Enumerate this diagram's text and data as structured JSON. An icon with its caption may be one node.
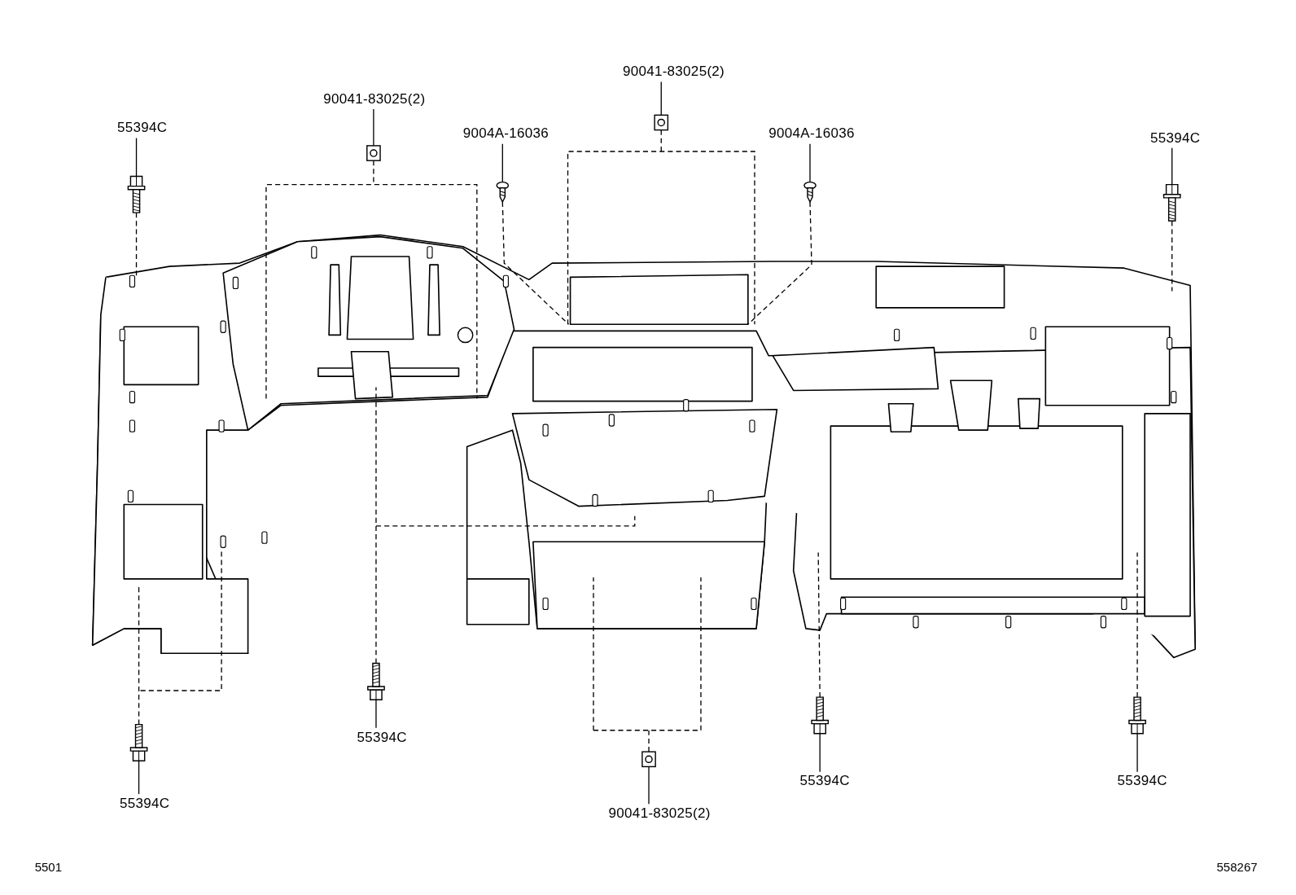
{
  "diagram": {
    "nodes": [
      {
        "text": [
          "90041-83025(2)"
        ]
      },
      {
        "text": [],
        "shape": "picture"
      },
      {
        "text": [
          "90041-83025(2)"
        ]
      },
      {
        "text": [],
        "shape": "picture"
      },
      {
        "text": [
          "55394C"
        ]
      },
      {
        "text": [],
        "shape": "picture"
      },
      {
        "text": [
          "9004A-16036"
        ]
      },
      {
        "text": [],
        "shape": "picture"
      },
      {
        "text": [
          "9004A-16036"
        ]
      },
      {
        "text": [],
        "shape": "picture"
      },
      {
        "text": [
          "55394C"
        ]
      },
      {
        "text": [],
        "shape": "picture"
      },
      {
        "text": [],
        "shape": "picture"
      },
      {
        "text": [],
        "shape": "picture"
      },
      {
        "text": [
          "55394C"
        ]
      },
      {
        "text": [],
        "shape": "picture"
      },
      {
        "text": [
          "55394C"
        ]
      },
      {
        "text": [],
        "shape": "picture"
      },
      {
        "text": [
          "90041-83025(2)"
        ]
      },
      {
        "text": [],
        "shape": "picture"
      },
      {
        "text": [
          "55394C"
        ]
      },
      {
        "text": [],
        "shape": "picture"
      },
      {
        "text": [
          "55394C"
        ]
      }
    ],
    "edges": [
      {
        "from": 0,
        "to": 1,
        "arrow": "none"
      },
      {
        "from": 2,
        "to": 3,
        "arrow": "none"
      },
      {
        "from": 4,
        "to": 5,
        "arrow": "none"
      },
      {
        "from": 6,
        "to": 7,
        "arrow": "none"
      },
      {
        "from": 8,
        "to": 9,
        "arrow": "none"
      },
      {
        "from": 10,
        "to": 11,
        "arrow": "none"
      },
      {
        "from": 14,
        "to": 13,
        "arrow": "none"
      },
      {
        "from": 16,
        "to": 15,
        "arrow": "none"
      },
      {
        "from": 18,
        "to": 17,
        "arrow": "none"
      },
      {
        "from": 20,
        "to": 19,
        "arrow": "none"
      },
      {
        "from": 22,
        "to": 21,
        "arrow": "none"
      },
      {
        "from": 1,
        "to": 12,
        "arrow": "none",
        "style": "dashed"
      },
      {
        "from": 3,
        "to": 12,
        "arrow": "none",
        "style": "dashed"
      },
      {
        "from": 5,
        "to": 12,
        "arrow": "none",
        "style": "dashed"
      },
      {
        "from": 7,
        "to": 12,
        "arrow": "none",
        "style": "dashed"
      },
      {
        "from": 9,
        "to": 12,
        "arrow": "none",
        "style": "dashed"
      },
      {
        "from": 11,
        "to": 12,
        "arrow": "none",
        "style": "dashed"
      },
      {
        "from": 13,
        "to": 12,
        "arrow": "none",
        "style": "dashed"
      },
      {
        "from": 15,
        "to": 12,
        "arrow": "none",
        "style": "dashed"
      },
      {
        "from": 17,
        "to": 12,
        "arrow": "none",
        "style": "dashed"
      },
      {
        "from": 19,
        "to": 12,
        "arrow": "none",
        "style": "dashed"
      },
      {
        "from": 21,
        "to": 12,
        "arrow": "none",
        "style": "dashed"
      }
    ],
    "labels": [
      "5501",
      "558267"
    ]
  }
}
